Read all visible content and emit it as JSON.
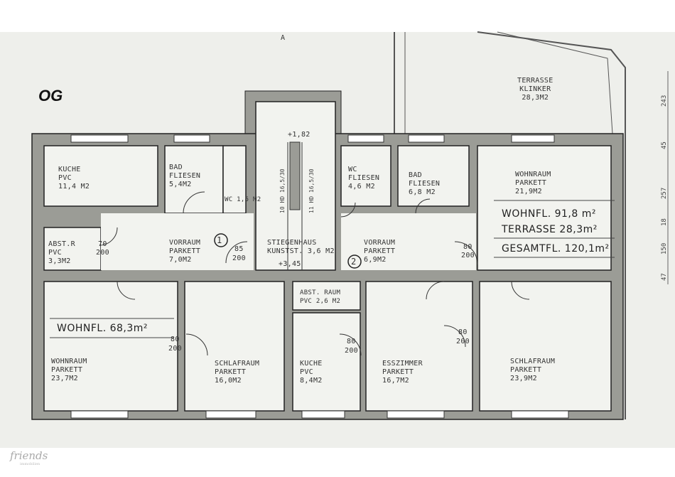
{
  "floor_label": "OG",
  "section_marker": "A",
  "terrace": {
    "name": "TERRASSE",
    "floor": "KLINKER",
    "area": "28,3M2"
  },
  "rooms": {
    "kueche_left": {
      "name": "KUCHE",
      "floor": "PVC",
      "area": "11,4 M2"
    },
    "bad_left": {
      "name": "BAD",
      "floor": "FLIESEN",
      "area": "5,4M2"
    },
    "wc_left": {
      "name": "WC 1,5 M2"
    },
    "abstr_left": {
      "name": "ABST.R",
      "floor": "PVC",
      "area": "3,3M2"
    },
    "vorraum_1": {
      "name": "VORRAUM",
      "floor": "PARKETT",
      "area": "7,0M2"
    },
    "stiegenhaus": {
      "name": "STIEGENHAUS",
      "floor": "KUNSTST. 3,6 M2"
    },
    "wc_right": {
      "name": "WC",
      "floor": "FLIESEN",
      "area": "4,6 M2"
    },
    "bad_right": {
      "name": "BAD",
      "floor": "FLIESEN",
      "area": "6,8 M2"
    },
    "vorraum_2": {
      "name": "VORRAUM",
      "floor": "PARKETT",
      "area": "6,9M2"
    },
    "wohnraum_right": {
      "name": "WOHNRAUM",
      "floor": "PARKETT",
      "area": "21,9M2"
    },
    "wohnraum_left": {
      "name": "WOHNRAUM",
      "floor": "PARKETT",
      "area": "23,7M2"
    },
    "schlafraum_left": {
      "name": "SCHLAFRAUM",
      "floor": "PARKETT",
      "area": "16,0M2"
    },
    "abstraum_right": {
      "name": "ABST. RAUM",
      "floor": "PVC 2,6 M2"
    },
    "kueche_right": {
      "name": "KUCHE",
      "floor": "PVC",
      "area": "8,4M2"
    },
    "esszimmer": {
      "name": "ESSZIMMER",
      "floor": "PARKETT",
      "area": "16,7M2"
    },
    "schlafraum_right": {
      "name": "SCHLAFRAUM",
      "floor": "PARKETT",
      "area": "23,9M2"
    }
  },
  "unit_1": {
    "number": "1",
    "wohnfl": "WOHNFL.   68,3m²"
  },
  "unit_2": {
    "number": "2",
    "wohnfl": "WOHNFL.  91,8 m²",
    "terrasse": "TERRASSE 28,3m²",
    "gesamtfl": "GESAMTFL. 120,1m²"
  },
  "stairs": {
    "flight_1": "10 HD 16,5/30",
    "flight_2": "11 HD 16,5/30",
    "level_top": "+1,82",
    "level_bottom": "+3,45"
  },
  "doors": {
    "d80": "80",
    "d70": "70",
    "d85": "85",
    "h200": "200"
  },
  "dimensions": [
    "243",
    "45",
    "257",
    "18",
    "150",
    "47"
  ],
  "logo": {
    "name": "friends",
    "sub": "immobilien"
  }
}
